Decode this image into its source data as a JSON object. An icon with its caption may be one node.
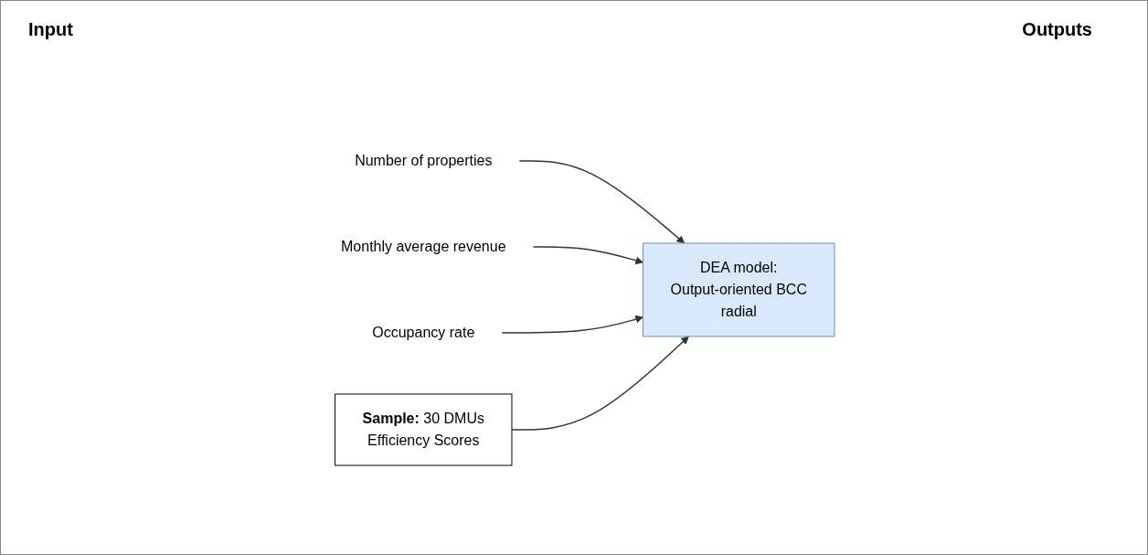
{
  "diagram": {
    "nodes": [
      {
        "text": [
          "Number of properties"
        ]
      },
      {
        "text": [
          "DEA model:",
          "Output-oriented BCC",
          "radial"
        ]
      },
      {
        "text": [
          "Monthly average revenue"
        ]
      },
      {
        "text": [
          "Occupancy rate"
        ]
      },
      {
        "text": [
          "**Sample:** 30 DMUs",
          "Efficiency Scores"
        ]
      }
    ],
    "edges": [
      {
        "from": 0,
        "to": 1,
        "arrow": "to"
      },
      {
        "from": 2,
        "to": 1,
        "arrow": "to"
      },
      {
        "from": 3,
        "to": 1,
        "arrow": "to"
      },
      {
        "from": 4,
        "to": 1,
        "arrow": "to"
      }
    ],
    "labels": [
      "Input",
      "Outputs"
    ]
  }
}
